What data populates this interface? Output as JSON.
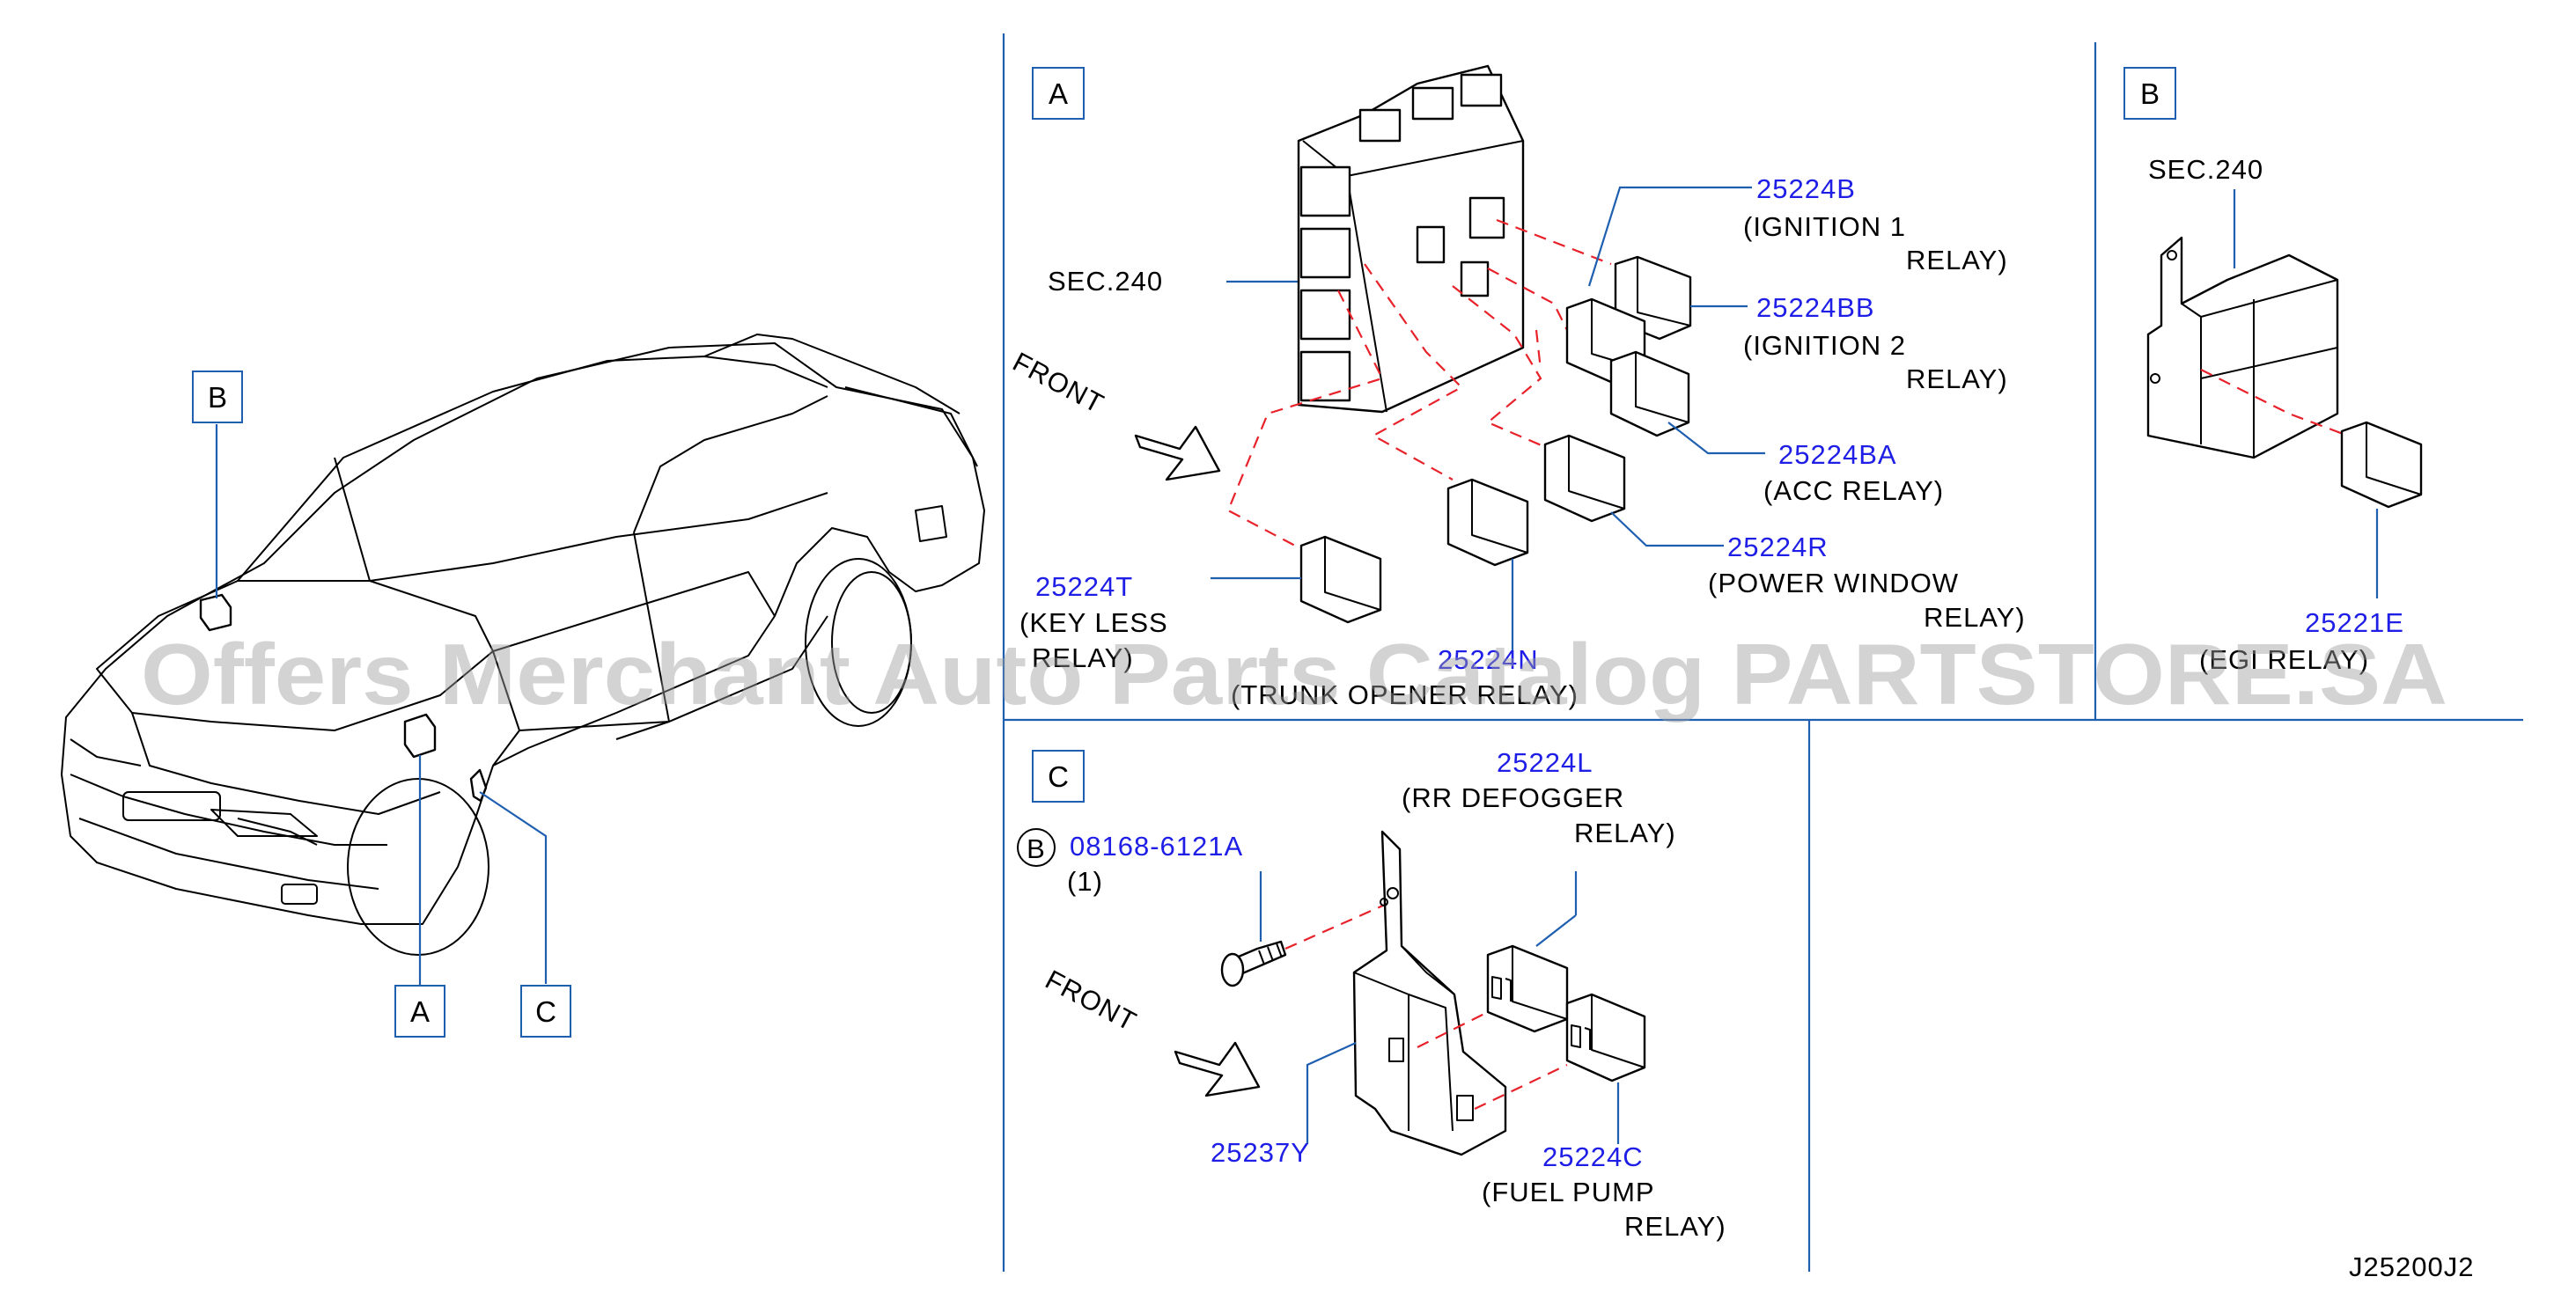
{
  "watermark": "Offers Merchant Auto Parts Catalog PARTSTORE.SA",
  "diagram_code": "J25200J2",
  "car_callouts": {
    "a": "A",
    "b": "B",
    "c": "C"
  },
  "section_a": {
    "tag": "A",
    "sec_ref": "SEC.240",
    "front": "FRONT",
    "parts": [
      {
        "number": "25224B",
        "desc1": "(IGNITION  1",
        "desc2": "RELAY)"
      },
      {
        "number": "25224BB",
        "desc1": "(IGNITION  2",
        "desc2": "RELAY)"
      },
      {
        "number": "25224BA",
        "desc1": "(ACC  RELAY)"
      },
      {
        "number": "25224R",
        "desc1": "(POWER  WINDOW",
        "desc2": "RELAY)"
      },
      {
        "number": "25224T",
        "desc1": "(KEY  LESS",
        "desc2": "RELAY)"
      },
      {
        "number": "25224N",
        "desc1": "(TRUNK  OPENER  RELAY)"
      }
    ]
  },
  "section_b": {
    "tag": "B",
    "sec_ref": "SEC.240",
    "parts": [
      {
        "number": "25221E",
        "desc1": "(EGI  RELAY)"
      }
    ]
  },
  "section_c": {
    "tag": "C",
    "front": "FRONT",
    "bolt_marker": "B",
    "parts": [
      {
        "number": "25224L",
        "desc1": "(RR  DEFOGGER",
        "desc2": "RELAY)"
      },
      {
        "number": "08168-6121A",
        "desc1": "(1)"
      },
      {
        "number": "25237Y"
      },
      {
        "number": "25224C",
        "desc1": "(FUEL  PUMP",
        "desc2": "RELAY)"
      }
    ]
  },
  "colors": {
    "part_number": "#1e1ee6",
    "frame": "#1f5fb0",
    "leader_dash": "#e8222a",
    "text": "#000000"
  }
}
